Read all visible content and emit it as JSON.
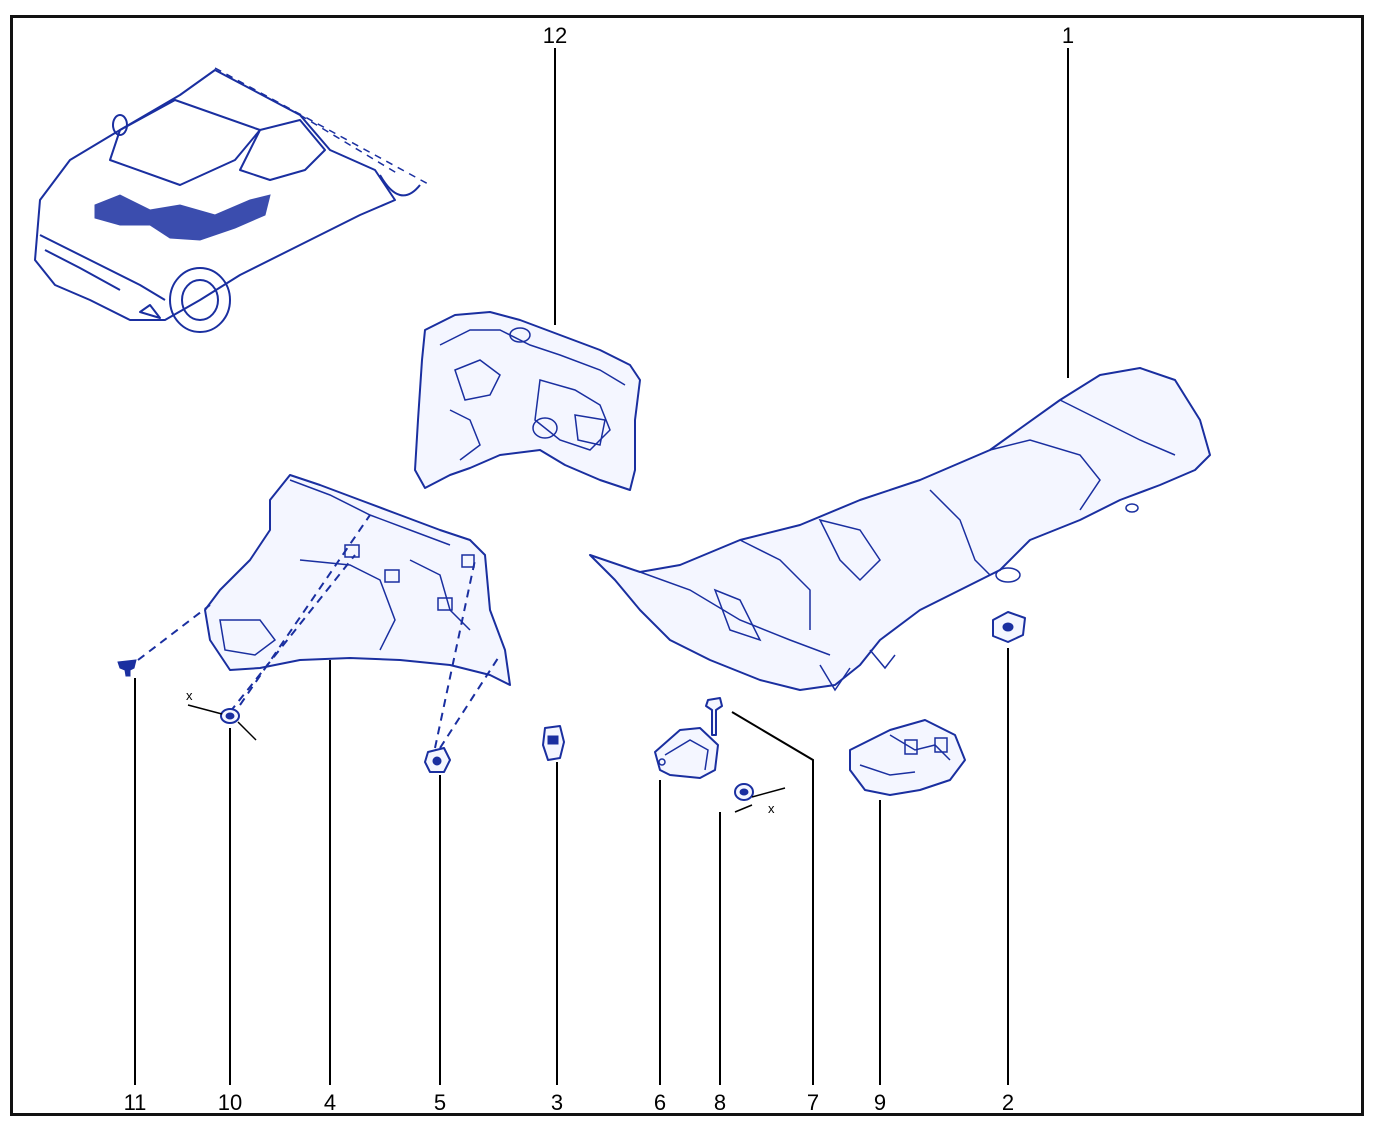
{
  "diagram": {
    "callouts": [
      {
        "id": "1",
        "label": "1"
      },
      {
        "id": "2",
        "label": "2"
      },
      {
        "id": "3",
        "label": "3"
      },
      {
        "id": "4",
        "label": "4"
      },
      {
        "id": "5",
        "label": "5"
      },
      {
        "id": "6",
        "label": "6"
      },
      {
        "id": "7",
        "label": "7"
      },
      {
        "id": "8",
        "label": "8"
      },
      {
        "id": "9",
        "label": "9"
      },
      {
        "id": "10",
        "label": "10"
      },
      {
        "id": "11",
        "label": "11"
      },
      {
        "id": "12",
        "label": "12"
      }
    ],
    "torque_marks": [
      {
        "id": "x-left",
        "label": "x"
      },
      {
        "id": "x-right",
        "label": "x"
      }
    ]
  },
  "colors": {
    "line_art": "#1a2fa0",
    "frame": "#111111",
    "labels": "#000000"
  }
}
